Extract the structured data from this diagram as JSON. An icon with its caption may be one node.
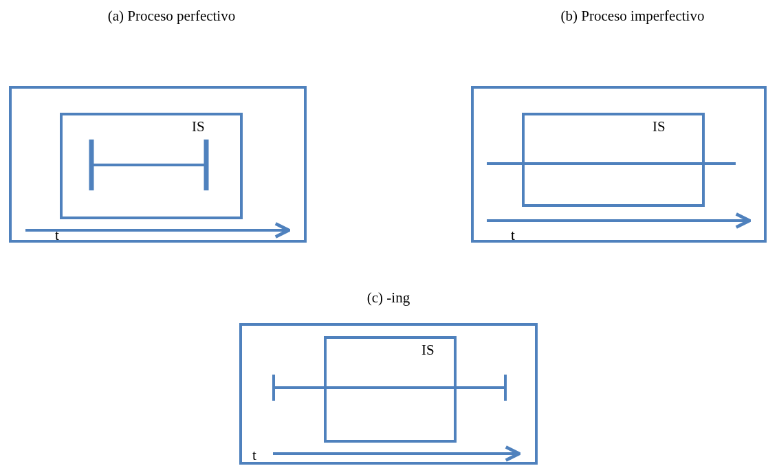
{
  "diagram": {
    "nodes": [
      {
        "text": [
          "(a) Proceso perfectivo"
        ]
      },
      {
        "text": [
          "IS"
        ],
        "in": 0
      },
      {
        "text": [
          "(b) Proceso imperfectivo"
        ]
      },
      {
        "text": [
          "IS"
        ],
        "in": 2
      },
      {
        "text": [
          "(c) -ing"
        ]
      },
      {
        "text": [
          "IS"
        ],
        "in": 4
      }
    ],
    "labels": [
      "t",
      "t",
      "t"
    ]
  }
}
